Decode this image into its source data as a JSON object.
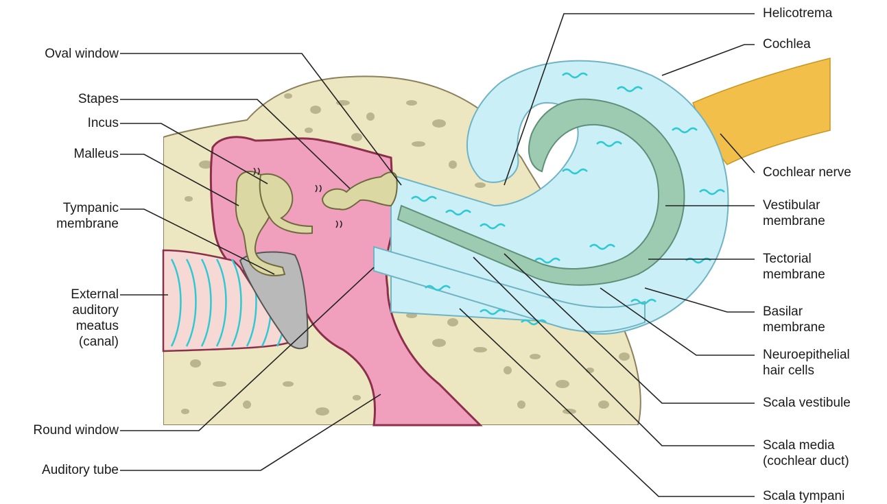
{
  "colors": {
    "bone": "#ece6c1",
    "bone_pores": "#b3ab86",
    "bone_outline": "#8d7f5c",
    "middle_ear_pink": "#f0a0bd",
    "tissue_edge": "#8b2f4b",
    "ossicle": "#dcd8a4",
    "fluid_light": "#cbeff6",
    "fluid_edge": "#6fb3c4",
    "cochlear_duct": "#9ccbb1",
    "nerve": "#f2c04a",
    "sound_wave": "#2ec9d2",
    "tympanic_membrane": "#b9b9b9"
  },
  "labels_left": {
    "oval_window": "Oval window",
    "stapes": "Stapes",
    "incus": "Incus",
    "malleus": "Malleus",
    "tympanic_membrane": "Tympanic\nmembrane",
    "external_auditory_meatus": "External\nauditory\nmeatus\n(canal)",
    "round_window": "Round window",
    "auditory_tube": "Auditory tube"
  },
  "labels_right": {
    "helicotrema": "Helicotrema",
    "cochlea": "Cochlea",
    "cochlear_nerve": "Cochlear nerve",
    "vestibular_membrane": "Vestibular\nmembrane",
    "tectorial_membrane": "Tectorial\nmembrane",
    "basilar_membrane": "Basilar\nmembrane",
    "neuroepithelial_hair_cells": "Neuroepithelial\nhair cells",
    "scala_vestibule": "Scala vestibule",
    "scala_media": "Scala media\n(cochlear duct)",
    "scala_tympani": "Scala tympani"
  }
}
